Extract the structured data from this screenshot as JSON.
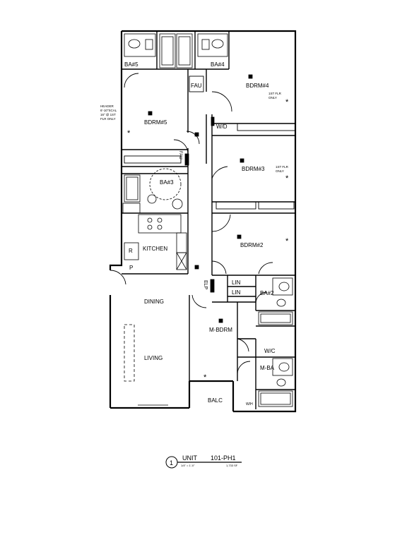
{
  "rooms": {
    "ba5": "BA#5",
    "ba4": "BA#4",
    "bdrm4": "BDRM#4",
    "bdrm5": "BDRM#5",
    "fau": "FAU",
    "wd": "W/D",
    "bdrm3": "BDRM#3",
    "ba3": "BA#3",
    "kitchen": "KITCHEN",
    "bdrm2": "BDRM#2",
    "lin1": "LIN",
    "lin2": "LIN",
    "ba2": "BA#2",
    "elp": "ELP",
    "dining": "DINING",
    "mbdrm": "M-BDRM",
    "wc": "W/C",
    "mba": "M-BA",
    "living": "LIVING",
    "balc": "BALC",
    "fau2": "FAU",
    "r": "R",
    "p": "P",
    "wh": "W/H"
  },
  "notes": {
    "header_lines": [
      "HEADER",
      "6'-10\"SCAL",
      "16\" @ 1ST",
      "FLR ONLY"
    ],
    "first_flr_a": [
      "1ST FLR",
      "ONLY"
    ],
    "first_flr_b": [
      "1ST FLR",
      "ONLY"
    ]
  },
  "title": {
    "number": "1",
    "name": "UNIT",
    "id": "101-PH1",
    "scale": "1/4\" = 1'-0\"",
    "area": "1,733 SF"
  }
}
